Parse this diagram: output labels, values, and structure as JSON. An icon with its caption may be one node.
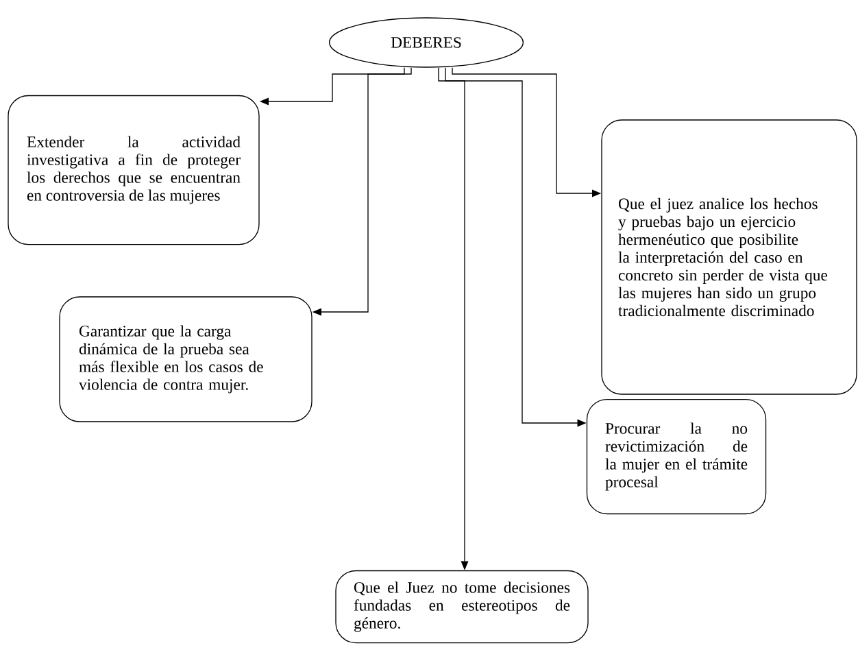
{
  "diagram": {
    "nodes": [
      {
        "text": [
          "DEBERES"
        ]
      },
      {
        "text": [
          "Extender la actividad investigativa a fin de proteger los derechos que se encuentran en controversia de las mujeres"
        ]
      },
      {
        "text": [
          "Garantizar que la carga dinámica de la prueba sea más flexible en los casos de violencia de contra mujer."
        ]
      },
      {
        "text": [
          "Que el juez analice los hechos y pruebas bajo un ejercicio hermenéutico que posibilite la interpretación del caso en concreto sin perder de vista que las mujeres han sido un grupo tradicionalmente discriminado"
        ]
      },
      {
        "text": [
          "Procurar la no revictimización de la mujer en el trámite procesal"
        ]
      },
      {
        "text": [
          "Que el Juez no tome decisiones fundadas en estereotipos de género."
        ]
      }
    ],
    "edges": [
      {
        "from": 0,
        "to": 1,
        "arrow": "to"
      },
      {
        "from": 0,
        "to": 2,
        "arrow": "to"
      },
      {
        "from": 0,
        "to": 3,
        "arrow": "to"
      },
      {
        "from": 0,
        "to": 4,
        "arrow": "to"
      },
      {
        "from": 0,
        "to": 5,
        "arrow": "to"
      }
    ]
  }
}
